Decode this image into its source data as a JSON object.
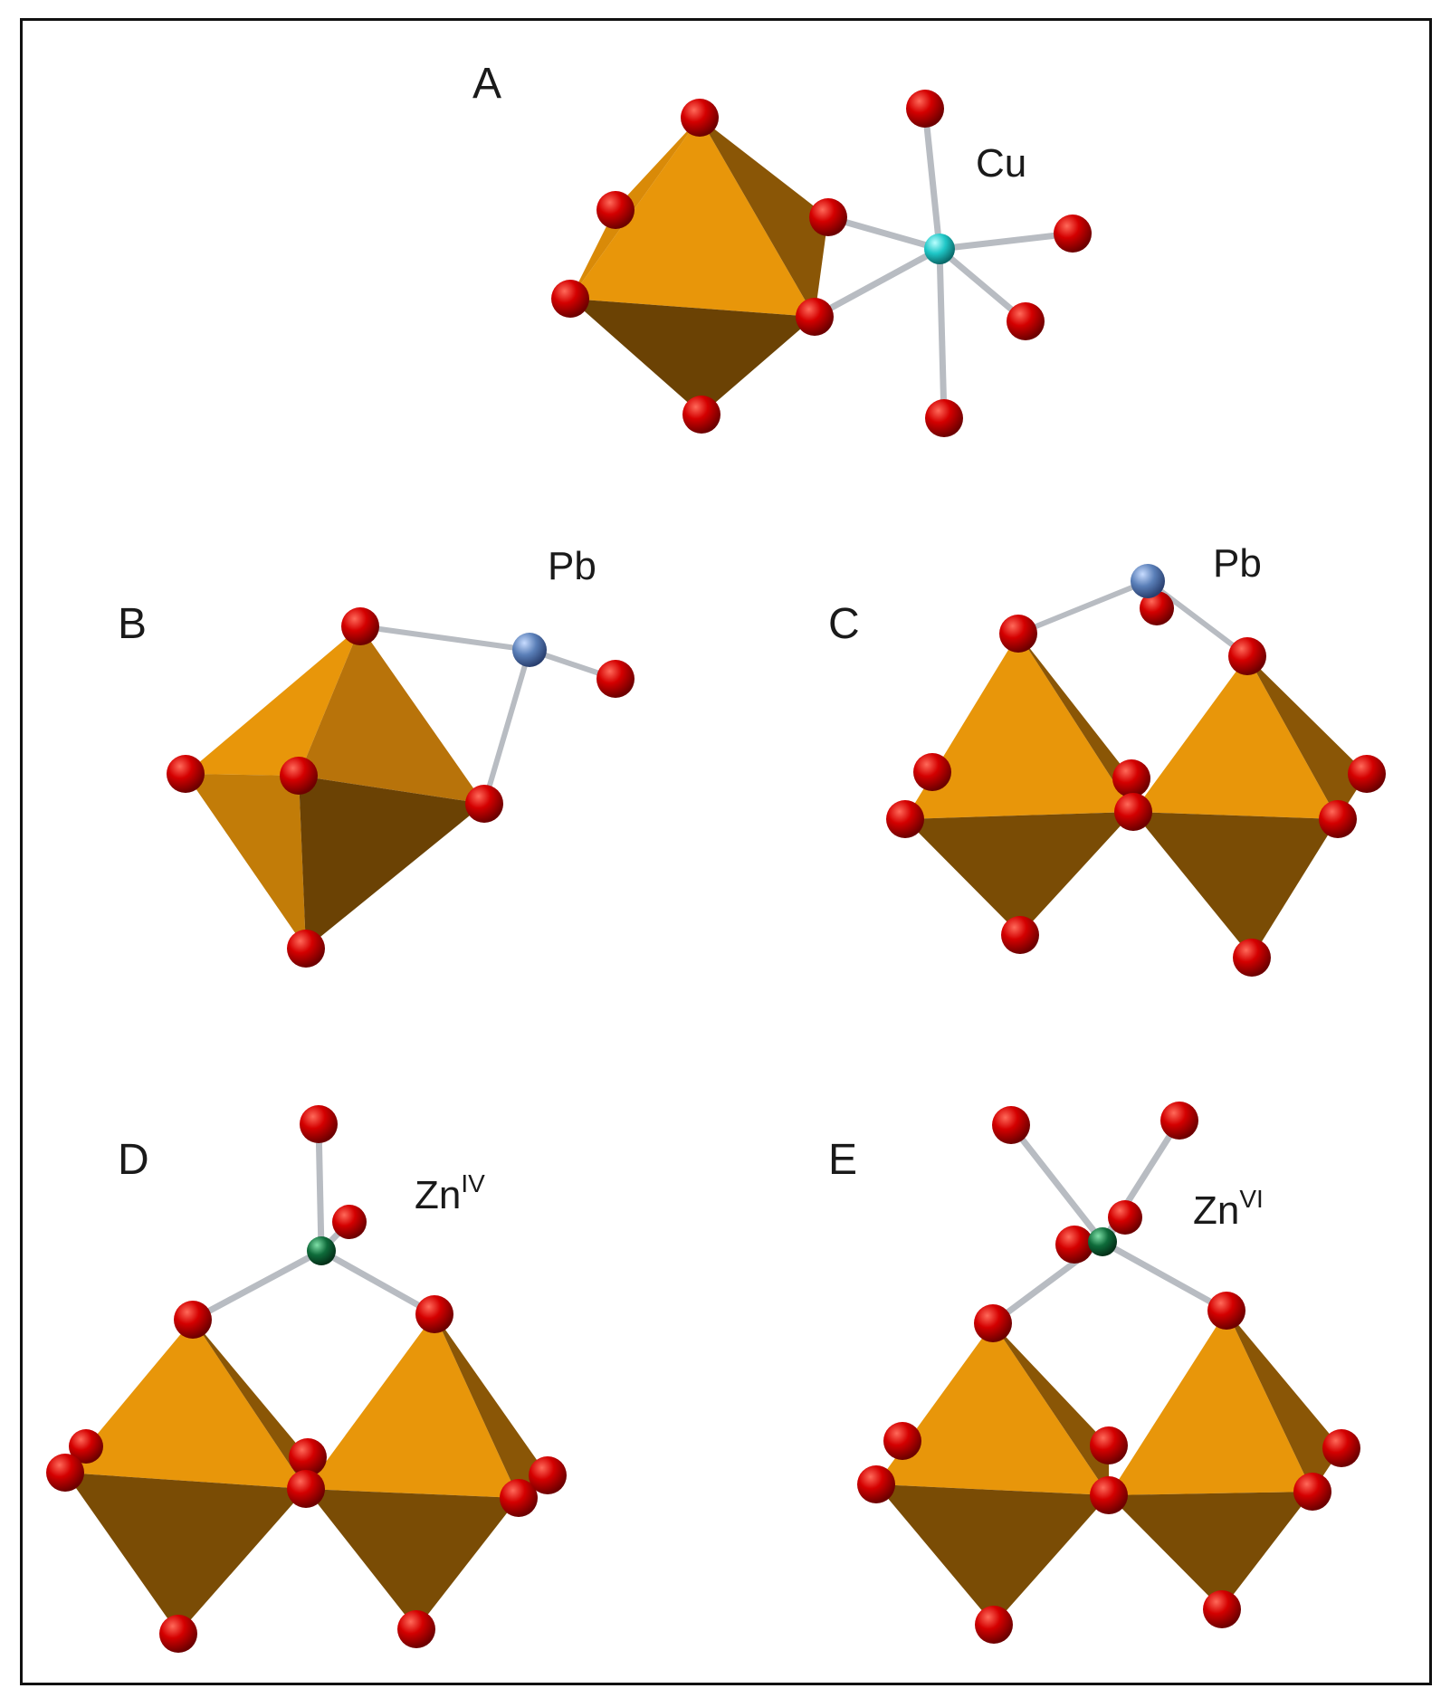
{
  "figure": {
    "panels": [
      {
        "letter": "A",
        "metal": "Cu",
        "metal_sup": ""
      },
      {
        "letter": "B",
        "metal": "Pb",
        "metal_sup": ""
      },
      {
        "letter": "C",
        "metal": "Pb",
        "metal_sup": ""
      },
      {
        "letter": "D",
        "metal": "Zn",
        "metal_sup": "IV"
      },
      {
        "letter": "E",
        "metal": "Zn",
        "metal_sup": "VI"
      }
    ]
  },
  "colors": {
    "octahedron_light": "#e8960a",
    "octahedron_mid": "#b8730a",
    "octahedron_dark": "#6b4204",
    "oxygen": "#cc0000",
    "cu": "#1fc7c7",
    "pb": "#5a7fb8",
    "zn": "#0e6b3a",
    "bond": "#b8bcc2",
    "frame": "#111111"
  }
}
